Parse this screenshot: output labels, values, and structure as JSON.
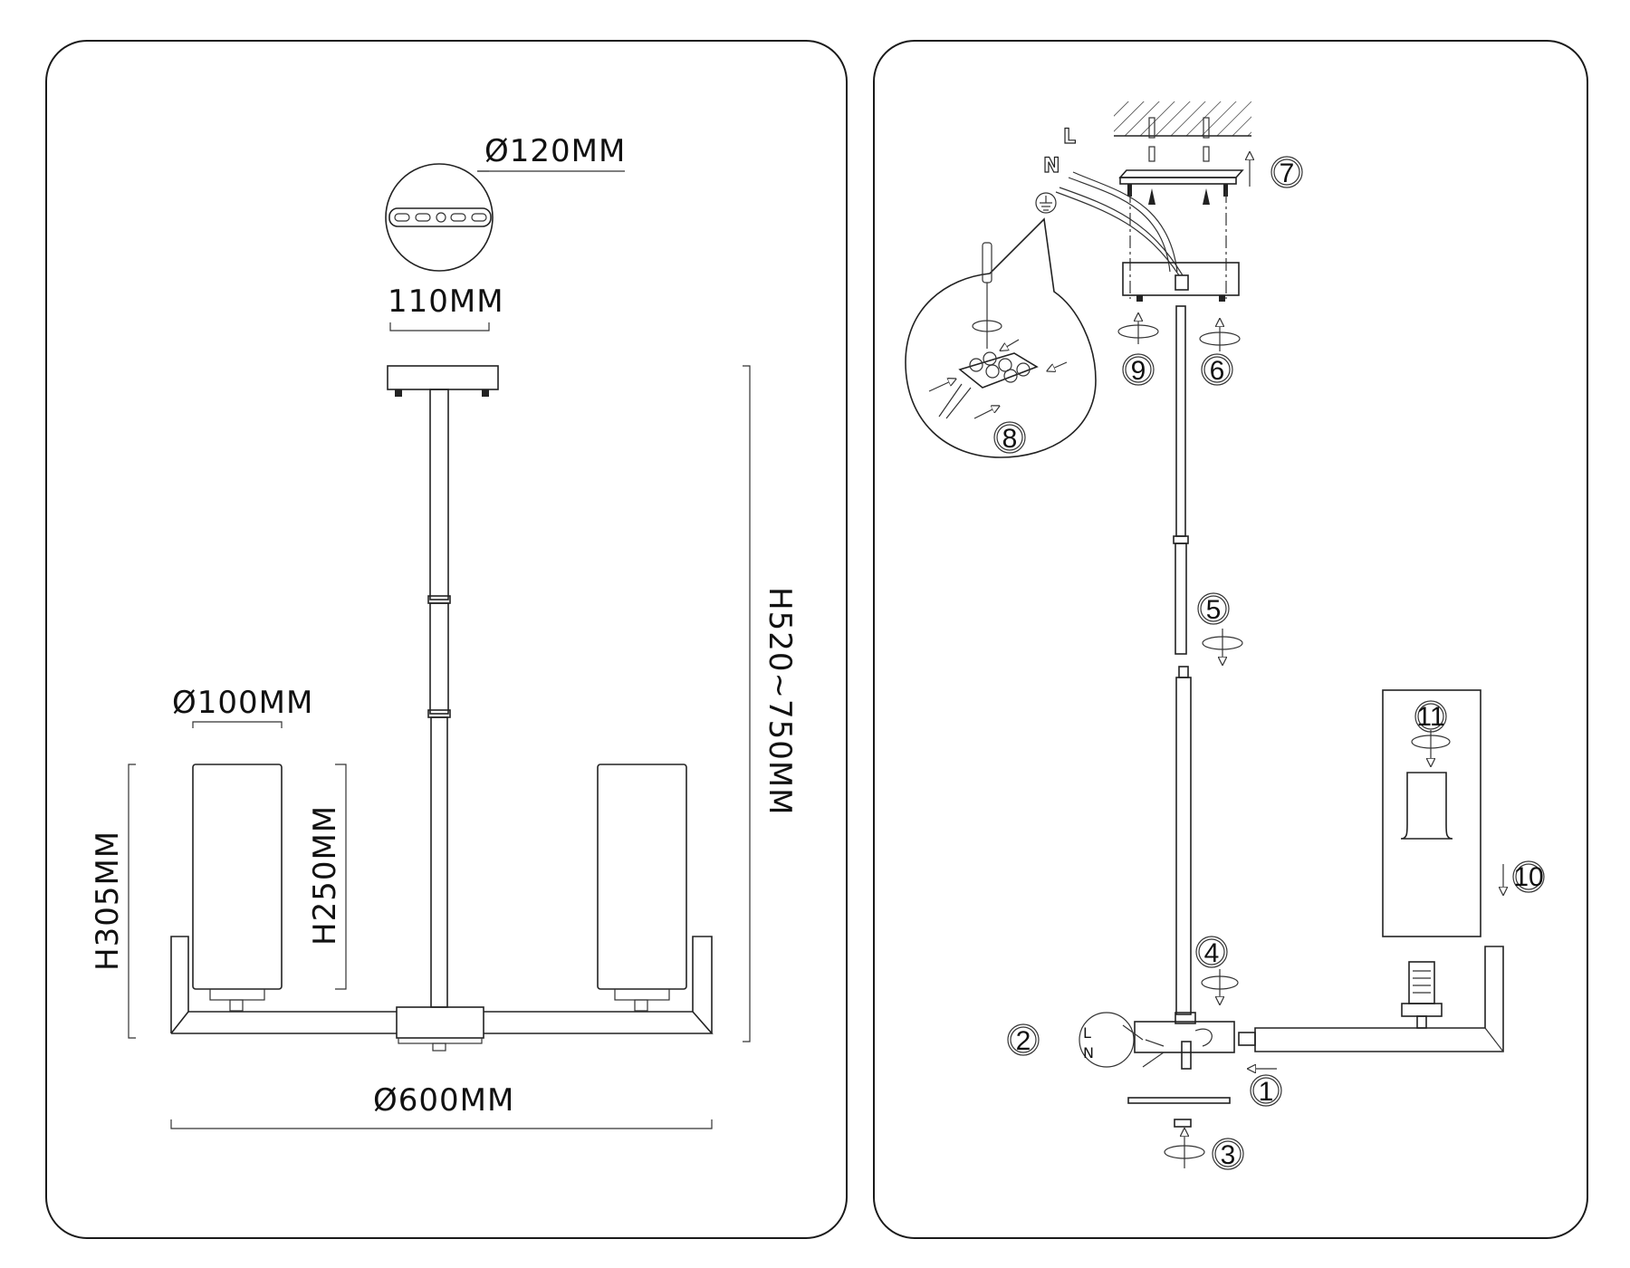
{
  "dimensions": {
    "canopy_diameter": "Ø120MM",
    "bracket_width": "110MM",
    "total_height": "H520~750MM",
    "shade_diameter": "Ø100MM",
    "shade_height": "H250MM",
    "arm_height": "H305MM",
    "total_diameter": "Ø600MM"
  },
  "wires": {
    "live": "L",
    "neutral": "N",
    "ground_icon": "ground-symbol"
  },
  "steps": [
    "1",
    "2",
    "3",
    "4",
    "5",
    "6",
    "7",
    "8",
    "9",
    "10",
    "11"
  ],
  "colors": {
    "line": "#222222",
    "background": "#ffffff"
  }
}
